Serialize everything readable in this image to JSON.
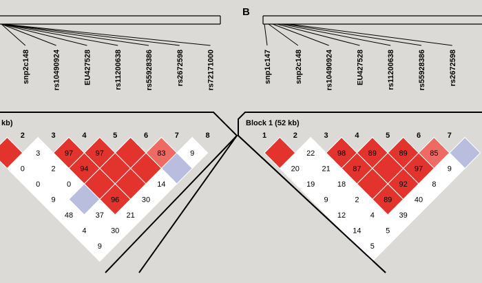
{
  "panel_label_b": "B",
  "colors": {
    "background": "#dcdad6",
    "high_ld": "#e2332c",
    "high_ld_light": "#ee6a62",
    "blue_cell": "#b9bedf",
    "white_cell": "#ffffff",
    "line": "#000000"
  },
  "left_panel": {
    "block_label": "kb)",
    "snps": [
      "snp2c148",
      "rs10490924",
      "EU427528",
      "rs11200638",
      "rs55928386",
      "rs2672598",
      "rs72171000"
    ],
    "markers": [
      "2",
      "3",
      "4",
      "5",
      "6",
      "7",
      "8"
    ]
  },
  "right_panel": {
    "block_label": "Block 1 (52 kb)",
    "snps": [
      "snp1c147",
      "snp2c148",
      "rs10490924",
      "EU427528",
      "rs11200638",
      "rs55928386",
      "rs2672598"
    ],
    "markers": [
      "1",
      "2",
      "3",
      "4",
      "5",
      "6",
      "7"
    ]
  },
  "left_cells": [
    {
      "i": 1,
      "j": 2,
      "c": "red",
      "v": ""
    },
    {
      "i": 2,
      "j": 3,
      "c": "white",
      "v": "3"
    },
    {
      "i": 3,
      "j": 4,
      "c": "red",
      "v": "97"
    },
    {
      "i": 4,
      "j": 5,
      "c": "red",
      "v": "97"
    },
    {
      "i": 5,
      "j": 6,
      "c": "red",
      "v": ""
    },
    {
      "i": 6,
      "j": 7,
      "c": "pink",
      "v": "83"
    },
    {
      "i": 7,
      "j": 8,
      "c": "white",
      "v": "9"
    },
    {
      "i": 1,
      "j": 3,
      "c": "white",
      "v": "0"
    },
    {
      "i": 2,
      "j": 4,
      "c": "white",
      "v": "2"
    },
    {
      "i": 3,
      "j": 5,
      "c": "red",
      "v": "94"
    },
    {
      "i": 4,
      "j": 6,
      "c": "red",
      "v": ""
    },
    {
      "i": 5,
      "j": 7,
      "c": "red",
      "v": ""
    },
    {
      "i": 6,
      "j": 8,
      "c": "blue",
      "v": ""
    },
    {
      "i": 1,
      "j": 4,
      "c": "white",
      "v": "0"
    },
    {
      "i": 2,
      "j": 5,
      "c": "white",
      "v": "0"
    },
    {
      "i": 3,
      "j": 6,
      "c": "red",
      "v": ""
    },
    {
      "i": 4,
      "j": 7,
      "c": "red",
      "v": ""
    },
    {
      "i": 5,
      "j": 8,
      "c": "white",
      "v": "14"
    },
    {
      "i": 1,
      "j": 5,
      "c": "white",
      "v": "9"
    },
    {
      "i": 2,
      "j": 6,
      "c": "blue",
      "v": ""
    },
    {
      "i": 3,
      "j": 7,
      "c": "red",
      "v": "96"
    },
    {
      "i": 4,
      "j": 8,
      "c": "white",
      "v": "30"
    },
    {
      "i": 1,
      "j": 6,
      "c": "white",
      "v": "48"
    },
    {
      "i": 2,
      "j": 7,
      "c": "white",
      "v": "37"
    },
    {
      "i": 3,
      "j": 8,
      "c": "white",
      "v": "21"
    },
    {
      "i": 1,
      "j": 7,
      "c": "white",
      "v": "4"
    },
    {
      "i": 2,
      "j": 8,
      "c": "white",
      "v": "30"
    },
    {
      "i": 1,
      "j": 8,
      "c": "white",
      "v": "9"
    }
  ],
  "right_cells": [
    {
      "i": 1,
      "j": 2,
      "c": "red",
      "v": ""
    },
    {
      "i": 2,
      "j": 3,
      "c": "white",
      "v": "22"
    },
    {
      "i": 3,
      "j": 4,
      "c": "red",
      "v": "98"
    },
    {
      "i": 4,
      "j": 5,
      "c": "red",
      "v": "89"
    },
    {
      "i": 5,
      "j": 6,
      "c": "red",
      "v": "89"
    },
    {
      "i": 6,
      "j": 7,
      "c": "pink",
      "v": "85"
    },
    {
      "i": 7,
      "j": 8,
      "c": "blue",
      "v": ""
    },
    {
      "i": 1,
      "j": 3,
      "c": "white",
      "v": "20"
    },
    {
      "i": 2,
      "j": 4,
      "c": "white",
      "v": "21"
    },
    {
      "i": 3,
      "j": 5,
      "c": "red",
      "v": "87"
    },
    {
      "i": 4,
      "j": 6,
      "c": "red",
      "v": ""
    },
    {
      "i": 5,
      "j": 7,
      "c": "red",
      "v": "97"
    },
    {
      "i": 6,
      "j": 8,
      "c": "white",
      "v": "9"
    },
    {
      "i": 1,
      "j": 4,
      "c": "white",
      "v": "19"
    },
    {
      "i": 2,
      "j": 5,
      "c": "white",
      "v": "18"
    },
    {
      "i": 3,
      "j": 6,
      "c": "red",
      "v": ""
    },
    {
      "i": 4,
      "j": 7,
      "c": "red",
      "v": "92"
    },
    {
      "i": 5,
      "j": 8,
      "c": "white",
      "v": "8"
    },
    {
      "i": 1,
      "j": 5,
      "c": "white",
      "v": "9"
    },
    {
      "i": 2,
      "j": 6,
      "c": "white",
      "v": "2"
    },
    {
      "i": 3,
      "j": 7,
      "c": "red",
      "v": "89"
    },
    {
      "i": 4,
      "j": 8,
      "c": "white",
      "v": "40"
    },
    {
      "i": 1,
      "j": 6,
      "c": "white",
      "v": "12"
    },
    {
      "i": 2,
      "j": 7,
      "c": "white",
      "v": "4"
    },
    {
      "i": 3,
      "j": 8,
      "c": "white",
      "v": "39"
    },
    {
      "i": 1,
      "j": 7,
      "c": "white",
      "v": "14"
    },
    {
      "i": 2,
      "j": 8,
      "c": "white",
      "v": "5"
    },
    {
      "i": 1,
      "j": 8,
      "c": "white",
      "v": "5"
    }
  ]
}
